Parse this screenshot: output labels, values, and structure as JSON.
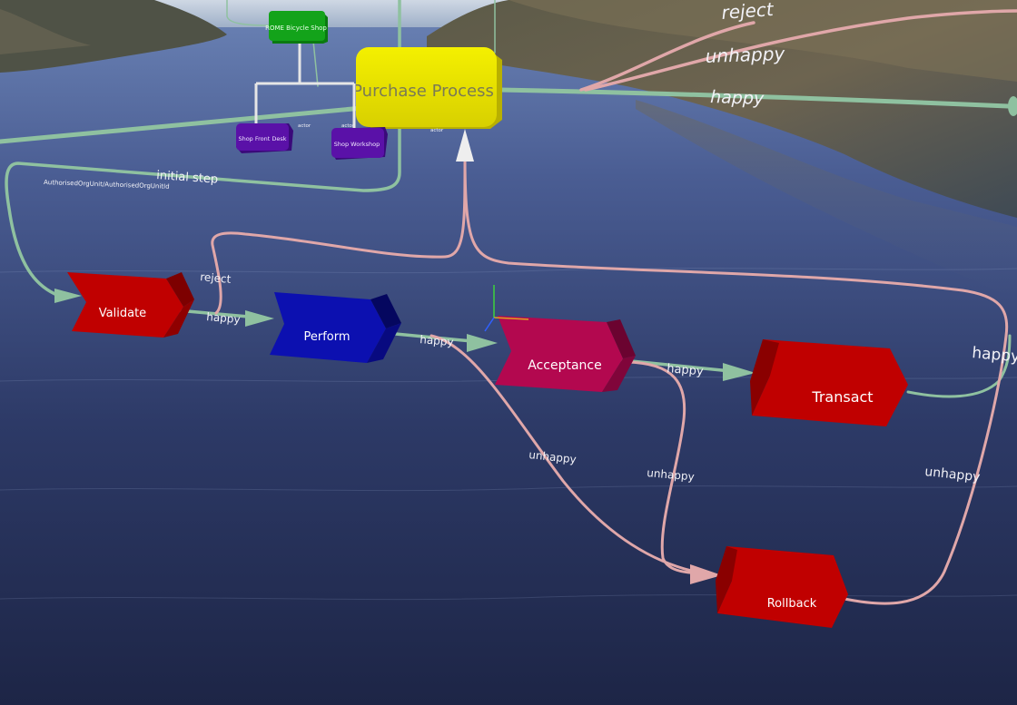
{
  "nodes": {
    "purchase_process": "Purchase Process",
    "rome_shop": "ROME Bicycle Shop",
    "shop_front_desk": "Shop Front Desk",
    "shop_workshop": "Shop Workshop",
    "validate": "Validate",
    "perform": "Perform",
    "acceptance": "Acceptance",
    "transact": "Transact",
    "rollback": "Rollback"
  },
  "edges": {
    "reject_top": "reject",
    "unhappy_top": "unhappy",
    "happy_top": "happy",
    "initial_step": "initial step",
    "org_link": "AuthorisedOrgUnit/AuthorisedOrgUnitId",
    "reject_validate": "reject",
    "happy_validate": "happy",
    "happy_perform": "happy",
    "happy_acceptance": "happy",
    "happy_transact": "happy",
    "unhappy_perform": "unhappy",
    "unhappy_acceptance": "unhappy",
    "unhappy_transact": "unhappy",
    "actor_a": "actor",
    "actor_b": "actor",
    "actor_c": "actor"
  },
  "colors": {
    "purchase_process": "#e6e000",
    "rome_shop": "#13a31a",
    "org_unit": "#5a11a8",
    "step_red": "#c00000",
    "perform": "#0c10b0",
    "acceptance": "#b3084f",
    "happy_edge": "#8fc1a0",
    "unhappy_edge": "#e0a7a9"
  }
}
